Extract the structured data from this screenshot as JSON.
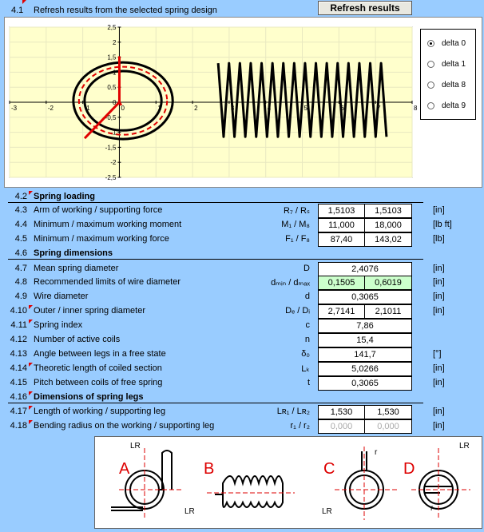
{
  "header": {
    "num": "4.1",
    "label": "Refresh results from the selected spring design",
    "button": "Refresh results"
  },
  "legend": {
    "items": [
      {
        "label": "delta 0",
        "selected": true
      },
      {
        "label": "delta 1",
        "selected": false
      },
      {
        "label": "delta 8",
        "selected": false
      },
      {
        "label": "delta 9",
        "selected": false
      }
    ]
  },
  "chart_data": {
    "type": "line",
    "xlim": [
      -3,
      8
    ],
    "ylim": [
      -2.5,
      2.5
    ],
    "xticks": [
      "-3",
      "-2",
      "-1",
      "0",
      "1",
      "2",
      "3",
      "4",
      "5",
      "6",
      "7",
      "8"
    ],
    "yticks": [
      "2,5",
      "2",
      "1,5",
      "1",
      "0,5",
      "0",
      "-0,5",
      "-1",
      "-1,5",
      "-2",
      "-2,5"
    ],
    "outer_diameter": 2.7141,
    "inner_diameter": 2.1011,
    "mean_diameter": 2.4076,
    "coil_start_x": 2.7,
    "coil_end_x": 7.3,
    "active_coils": 15.4,
    "leg_angle_deg": 141.7,
    "leg_length": 1.53,
    "grid": true,
    "bg": "#ffffcc"
  },
  "rows": [
    {
      "num": "4.2",
      "label": "Spring loading",
      "bold": true,
      "underline": true
    },
    {
      "num": "4.3",
      "label": "Arm of working / supporting force",
      "sym": "R₇ / Rₛ",
      "v1": "1,5103",
      "v2": "1,5103",
      "unit": "[in]"
    },
    {
      "num": "4.4",
      "label": "Minimum / maximum working moment",
      "sym": "M₁ / M₈",
      "v1": "11,000",
      "v2": "18,000",
      "unit": "[lb ft]"
    },
    {
      "num": "4.5",
      "label": "Minimum / maximum working force",
      "sym": "F₁ / F₈",
      "v1": "87,40",
      "v2": "143,02",
      "unit": "[lb]"
    },
    {
      "num": "4.6",
      "label": "Spring dimensions",
      "bold": true,
      "underline": true
    },
    {
      "num": "4.7",
      "label": "Mean spring diameter",
      "sym": "D",
      "span": "2,4076",
      "unit": "[in]"
    },
    {
      "num": "4.8",
      "label": "Recommended limits of wire diameter",
      "sym": "dₘᵢₙ / dₘₐₓ",
      "v1": "0,1505",
      "v2": "0,6019",
      "unit": "[in]",
      "green": true
    },
    {
      "num": "4.9",
      "label": "Wire diameter",
      "sym": "d",
      "span": "0,3065",
      "unit": "[in]"
    },
    {
      "num": "4.10",
      "label": "Outer / inner spring diameter",
      "sym": "Dₑ / Dᵢ",
      "v1": "2,7141",
      "v2": "2,1011",
      "unit": "[in]"
    },
    {
      "num": "4.11",
      "label": "Spring index",
      "sym": "c",
      "span": "7,86",
      "unit": ""
    },
    {
      "num": "4.12",
      "label": "Number of active coils",
      "sym": "n",
      "span": "15,4",
      "unit": ""
    },
    {
      "num": "4.13",
      "label": "Angle between legs in a free state",
      "sym": "δ₀",
      "span": "141,7",
      "unit": "[°]"
    },
    {
      "num": "4.14",
      "label": "Theoretic length of coiled section",
      "sym": "Lₖ",
      "span": "5,0266",
      "unit": "[in]"
    },
    {
      "num": "4.15",
      "label": "Pitch between coils of free spring",
      "sym": "t",
      "span": "0,3065",
      "unit": "[in]"
    },
    {
      "num": "4.16",
      "label": "Dimensions of spring legs",
      "bold": true,
      "underline": true
    },
    {
      "num": "4.17",
      "label": "Length of working / supporting leg",
      "sym": "Lʀ₁ / Lʀ₂",
      "v1": "1,530",
      "v2": "1,530",
      "unit": "[in]"
    },
    {
      "num": "4.18",
      "label": "Bending radius on the working / supporting leg",
      "sym": "r₁ / r₂",
      "v1": "0,000",
      "v2": "0,000",
      "unit": "[in]",
      "disabled": true
    }
  ],
  "diagram": {
    "labels": [
      "A",
      "B",
      "C",
      "D"
    ],
    "lr": "LR",
    "r": "r"
  },
  "colors": {
    "bg": "#99ccff",
    "plot": "#ffffcc",
    "accent": "#e00000"
  }
}
